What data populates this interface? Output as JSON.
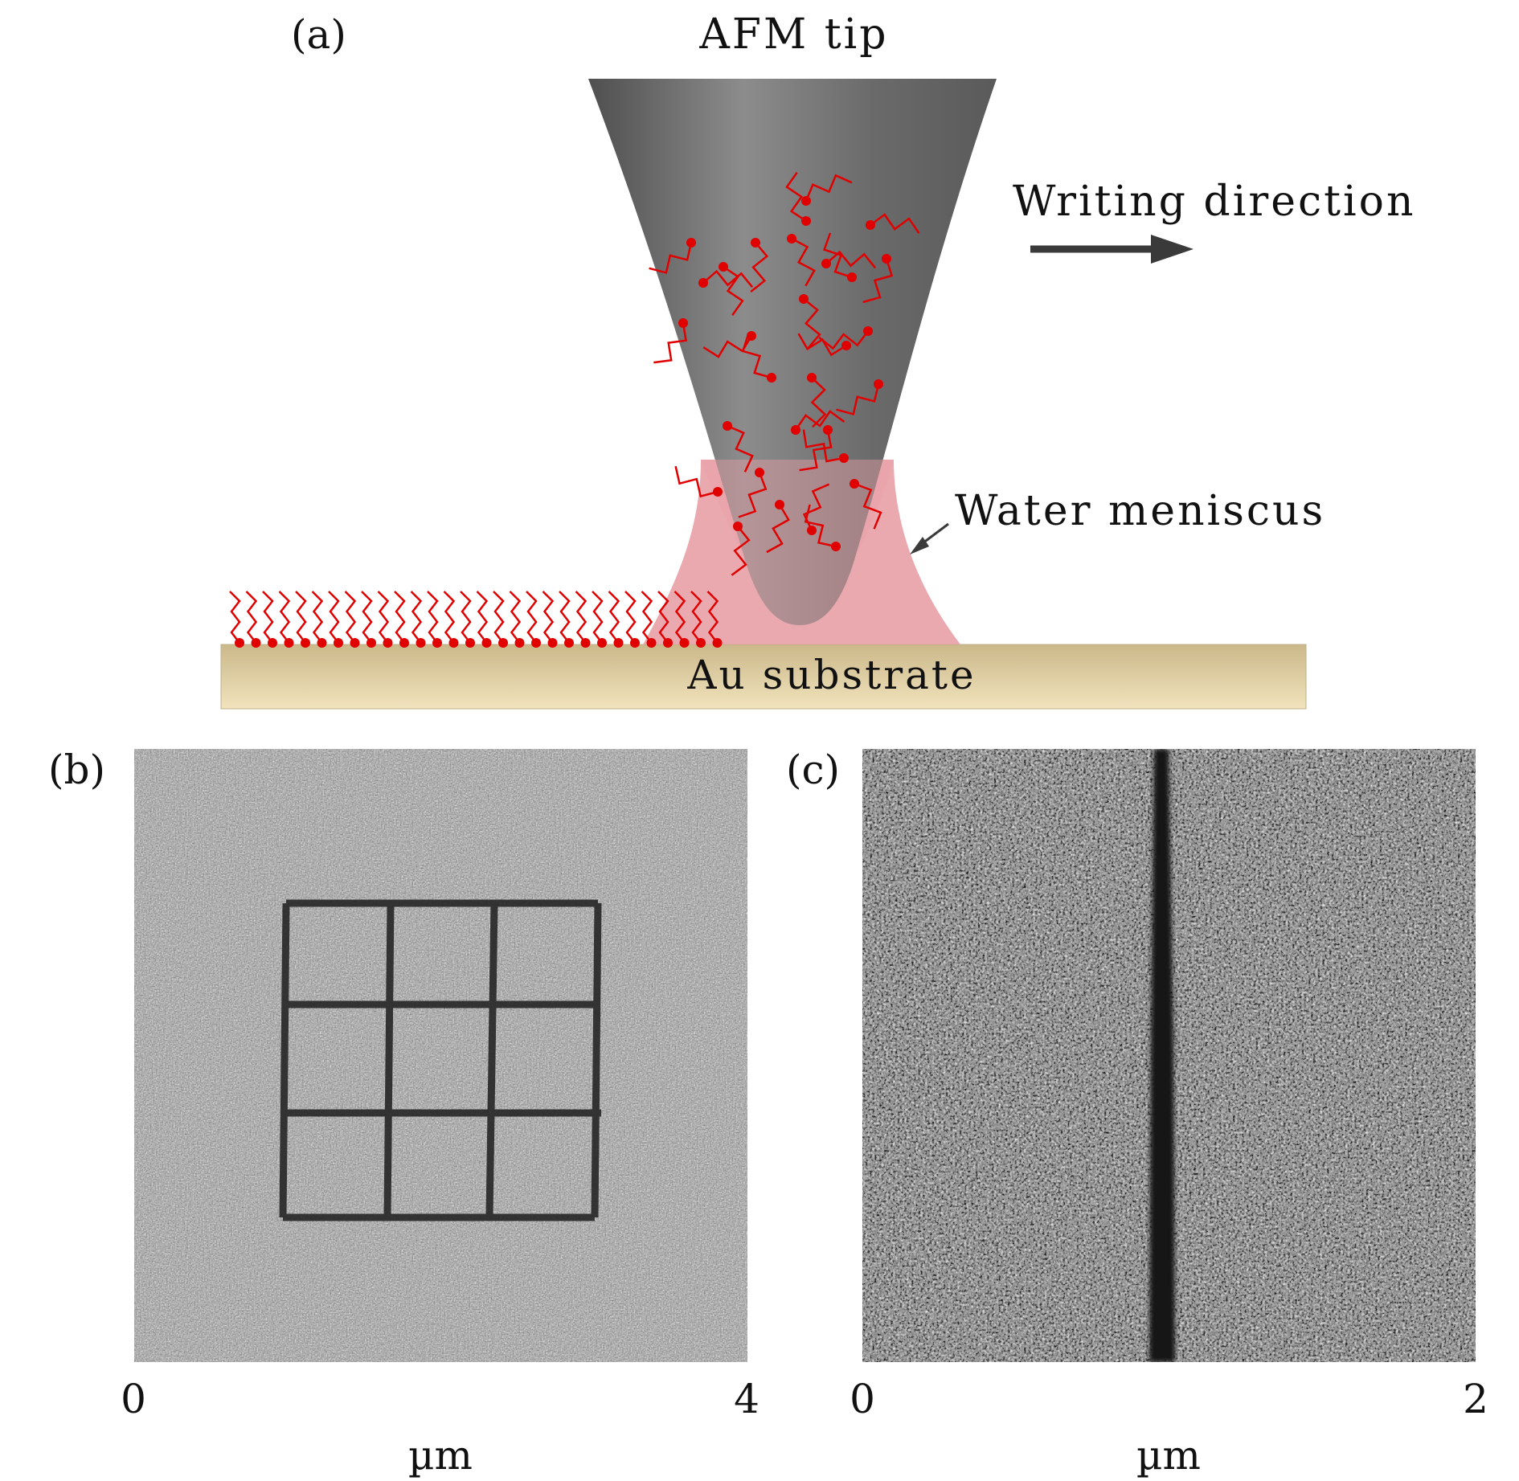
{
  "panel_a": {
    "label": "(a)",
    "tip_label": "AFM tip",
    "direction_label": "Writing direction",
    "meniscus_label": "Water meniscus",
    "substrate_label": "Au substrate"
  },
  "panel_b": {
    "label": "(b)",
    "axis": {
      "start": "0",
      "end": "4",
      "unit": "µm"
    },
    "pattern": {
      "type": "grid",
      "rows": 3,
      "cols": 3
    }
  },
  "panel_c": {
    "label": "(c)",
    "axis": {
      "start": "0",
      "end": "2",
      "unit": "µm"
    },
    "pattern": {
      "type": "single-line"
    }
  },
  "colors": {
    "tip": "#6a6a6a",
    "ink": "#e00000",
    "meniscus": "#e8a0a6",
    "substrate_top": "#cbb88a",
    "substrate_bottom": "#f1e3bd",
    "arrow": "#3a3a3a"
  }
}
